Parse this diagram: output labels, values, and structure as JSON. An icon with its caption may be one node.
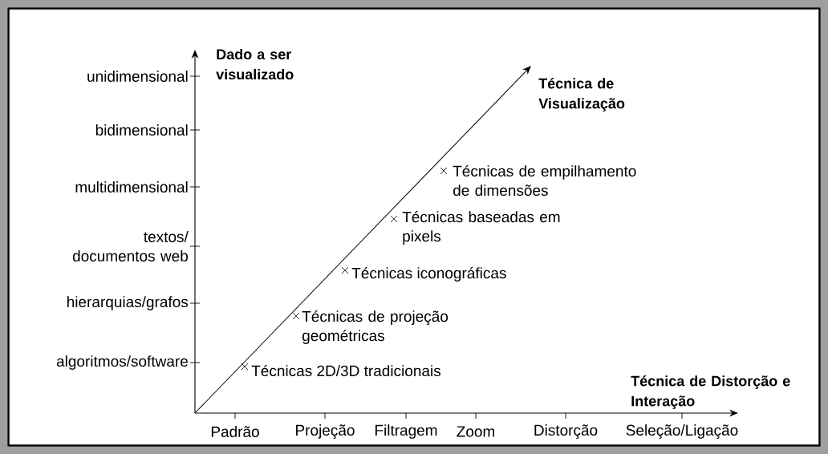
{
  "diagram": {
    "labels": [
      "Dado a ser visualizado",
      "unidimensional",
      "bidimensional",
      "multidimensional",
      "textos/ documentos web",
      "hierarquias/grafos",
      "algoritmos/software",
      "Técnica de Visualização",
      "Técnicas de empilhamento de dimensões",
      "Técnicas baseadas em pixels",
      "Técnicas iconográficas",
      "Técnicas de projeção geométricas",
      "Técnicas 2D/3D tradicionais",
      "Técnica de Distorção e Interação",
      "Padrão",
      "Projeção",
      "Filtragem",
      "Zoom",
      "Distorção",
      "Seleção/Ligação"
    ]
  }
}
